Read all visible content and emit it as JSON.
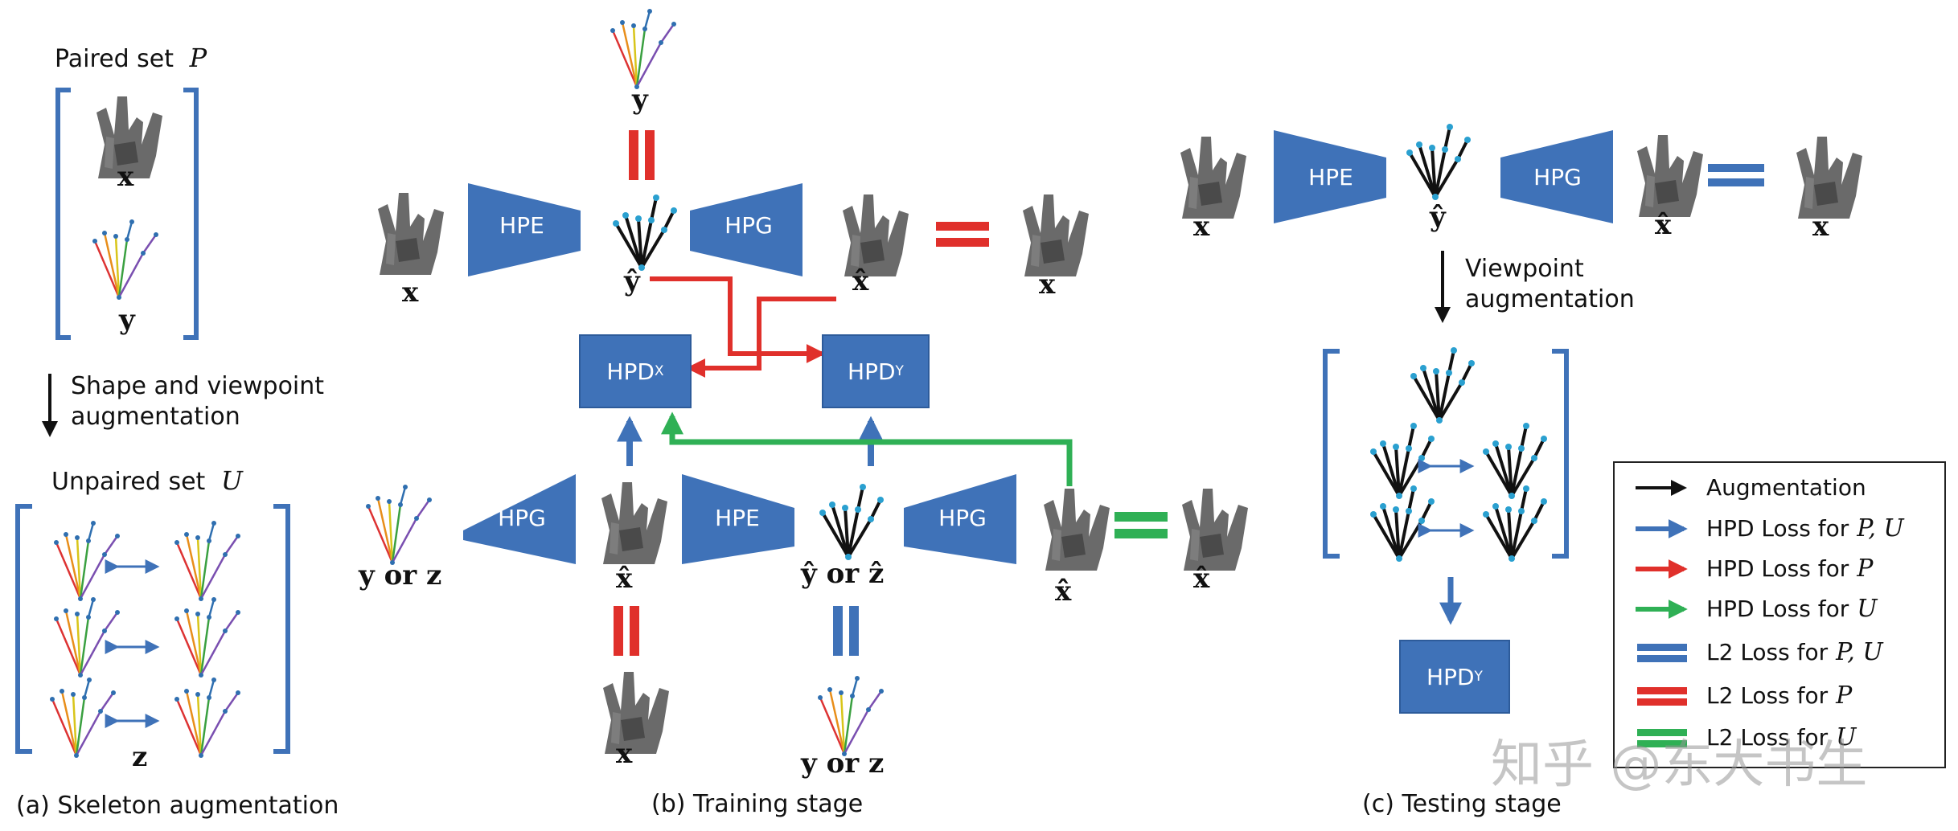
{
  "panel_a": {
    "paired_label": "Paired set",
    "paired_symbol": "P",
    "x": "x",
    "y": "y",
    "augment_label_1": "Shape and viewpoint",
    "augment_label_2": "augmentation",
    "unpaired_label": "Unpaired set",
    "unpaired_symbol": "U",
    "z": "z",
    "caption": "(a) Skeleton augmentation"
  },
  "panel_b": {
    "hpe": "HPE",
    "hpg": "HPG",
    "hpd_x_main": "HPD",
    "hpd_x_sub": "X",
    "hpd_y_main": "HPD",
    "hpd_y_sub": "Y",
    "y_top": "y",
    "x": "x",
    "y_hat": "ŷ",
    "x_hat": "x̂",
    "x_hathat": "x̂̂",
    "y_or_z": "y or z",
    "yhat_or_zhat": "ŷ or ẑ",
    "caption": "(b) Training stage"
  },
  "panel_c": {
    "hpe": "HPE",
    "hpg": "HPG",
    "x": "x",
    "y_hat": "ŷ",
    "x_hat": "x̂",
    "viewpoint_1": "Viewpoint",
    "viewpoint_2": "augmentation",
    "hpd_y_main": "HPD",
    "hpd_y_sub": "Y",
    "caption": "(c) Testing stage"
  },
  "legend": {
    "items": [
      {
        "text": "Augmentation",
        "symbol": ""
      },
      {
        "text": "HPD Loss for",
        "symbol": "P, U"
      },
      {
        "text": "HPD Loss for",
        "symbol": "P"
      },
      {
        "text": "HPD Loss for",
        "symbol": "U"
      },
      {
        "text": "L2 Loss for",
        "symbol": "P, U"
      },
      {
        "text": "L2 Loss for",
        "symbol": "P"
      },
      {
        "text": "L2 Loss for",
        "symbol": "U"
      }
    ]
  },
  "watermark": "知乎 @东大书生",
  "colors": {
    "blue": "#3f72b8",
    "red": "#e0302b",
    "green": "#2fb055",
    "black": "#111111"
  }
}
